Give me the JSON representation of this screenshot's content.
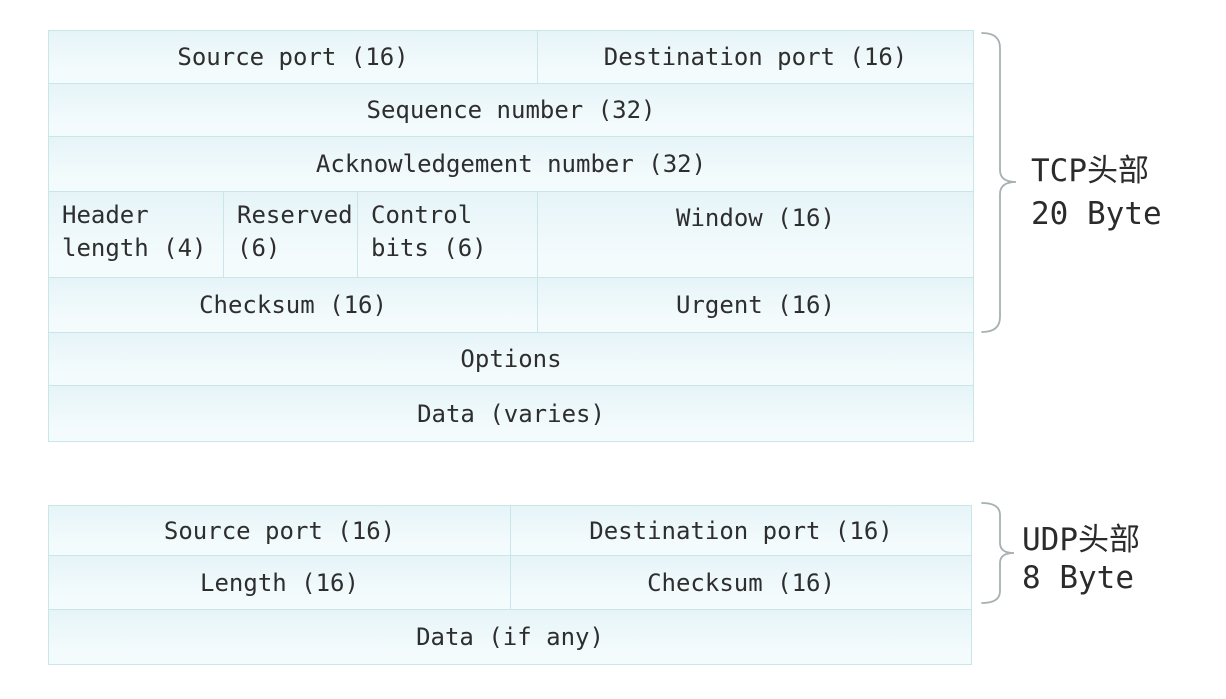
{
  "colors": {
    "page_background": "#ffffff",
    "cell_fill_top": "#e6f4f8",
    "cell_fill_bottom": "#f3fbfc",
    "grid_line": "#c9e7ea",
    "text": "#2e2e2e",
    "brace": "#a7b1b3"
  },
  "tcp_table": {
    "rows": [
      {
        "cells": [
          {
            "label": "Source port (16)",
            "span": 3
          },
          {
            "label": "Destination port (16)",
            "span": 1
          }
        ]
      },
      {
        "cells": [
          {
            "label": "Sequence number (32)",
            "span": 4
          }
        ]
      },
      {
        "cells": [
          {
            "label": "Acknowledgement number (32)",
            "span": 4
          }
        ]
      },
      {
        "cells": [
          {
            "label": "Header length (4)",
            "span": 1
          },
          {
            "label": "Reserved (6)",
            "span": 1
          },
          {
            "label": "Control bits (6)",
            "span": 1
          },
          {
            "label": "Window (16)",
            "span": 1
          }
        ]
      },
      {
        "cells": [
          {
            "label": "Checksum (16)",
            "span": 3
          },
          {
            "label": "Urgent (16)",
            "span": 1
          }
        ]
      },
      {
        "cells": [
          {
            "label": "Options",
            "span": 4
          }
        ]
      },
      {
        "cells": [
          {
            "label": "Data (varies)",
            "span": 4
          }
        ]
      }
    ],
    "annotation": {
      "line1": "TCP头部",
      "line2": "20 Byte"
    }
  },
  "udp_table": {
    "rows": [
      {
        "cells": [
          {
            "label": "Source port (16)",
            "span": 1
          },
          {
            "label": "Destination port (16)",
            "span": 1
          }
        ]
      },
      {
        "cells": [
          {
            "label": "Length (16)",
            "span": 1
          },
          {
            "label": "Checksum (16)",
            "span": 1
          }
        ]
      },
      {
        "cells": [
          {
            "label": "Data (if any)",
            "span": 2
          }
        ]
      }
    ],
    "annotation": {
      "line1": "UDP头部",
      "line2": "8 Byte"
    }
  }
}
